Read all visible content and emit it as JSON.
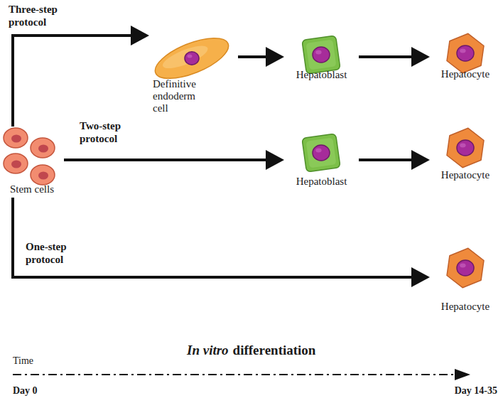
{
  "diagram": {
    "nodes": [
      {
        "text": [
          "Definitive endoderm cell"
        ]
      },
      {
        "text": [
          "Hepatoblast"
        ]
      },
      {
        "text": [
          "Hepatocyte"
        ]
      },
      {
        "text": [
          "Stem cells"
        ]
      },
      {
        "text": [
          "Hepatoblast"
        ]
      },
      {
        "text": [
          "Hepatocyte"
        ]
      },
      {
        "text": [
          "Hepatocyte"
        ]
      }
    ],
    "edges": [
      {
        "from": 3,
        "to": 0,
        "label": "Three-step protocol",
        "arrow": "to"
      },
      {
        "from": 0,
        "to": 1,
        "arrow": "to"
      },
      {
        "from": 1,
        "to": 2,
        "arrow": "to"
      },
      {
        "from": 3,
        "to": 4,
        "label": "Two-step protocol",
        "arrow": "to"
      },
      {
        "from": 4,
        "to": 5,
        "arrow": "to"
      },
      {
        "from": 3,
        "to": 6,
        "label": "One-step protocol",
        "arrow": "to"
      }
    ],
    "labels": [
      "In vitro",
      "differentiation",
      "Time",
      "Day 0",
      "Day 14-35"
    ]
  }
}
